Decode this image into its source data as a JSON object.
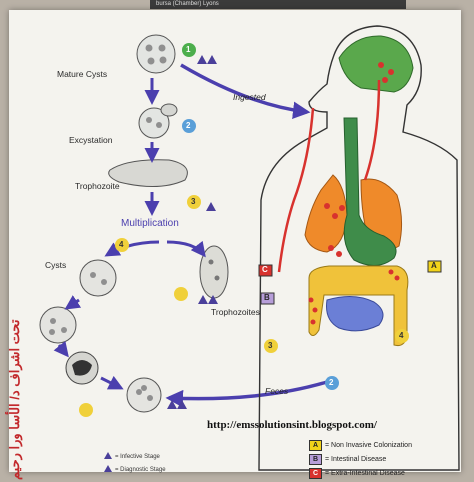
{
  "top_strip_text": "bursa (Chamber) Lyons",
  "arabic_text": "تحت اشراف د/ الأسا ورا رحيم",
  "labels": {
    "mature_cysts": "Mature Cysts",
    "excystation": "Excystation",
    "trophozoite": "Trophozoite",
    "multiplication": "Multiplication",
    "cysts": "Cysts",
    "trophozoites": "Trophozoites",
    "ingested": "Ingested",
    "feces": "Feces"
  },
  "stage_numbers": [
    "1",
    "2",
    "3",
    "4",
    "3",
    "4",
    "2"
  ],
  "organ_letters": [
    "A",
    "B",
    "C"
  ],
  "url": "http://emssolutionsint.blogspot.com/",
  "legend_left": {
    "infective": "= Infective Stage",
    "diagnostic": "= Diagnostic Stage",
    "i": "i",
    "d": "d"
  },
  "legend_right": [
    {
      "letter": "A",
      "text": "= Non Invasive Colonization",
      "color": "#f2d31a"
    },
    {
      "letter": "B",
      "text": "= Intestinal Disease",
      "color": "#b79ed9"
    },
    {
      "letter": "C",
      "text": "= Extra-Intestinal Disease",
      "color": "#d8322e"
    }
  ],
  "colors": {
    "arrow": "#4b3fae",
    "brain": "#5aa84c",
    "lungs": "#ef8a2a",
    "stomach": "#3f8c4a",
    "intestine": "#f0c23a",
    "colon_inner": "#6b7fd6",
    "blood": "#d8322e",
    "stage_green": "#4cae4c",
    "stage_blue": "#5a9fd8",
    "stage_yellow": "#f0d03a"
  }
}
